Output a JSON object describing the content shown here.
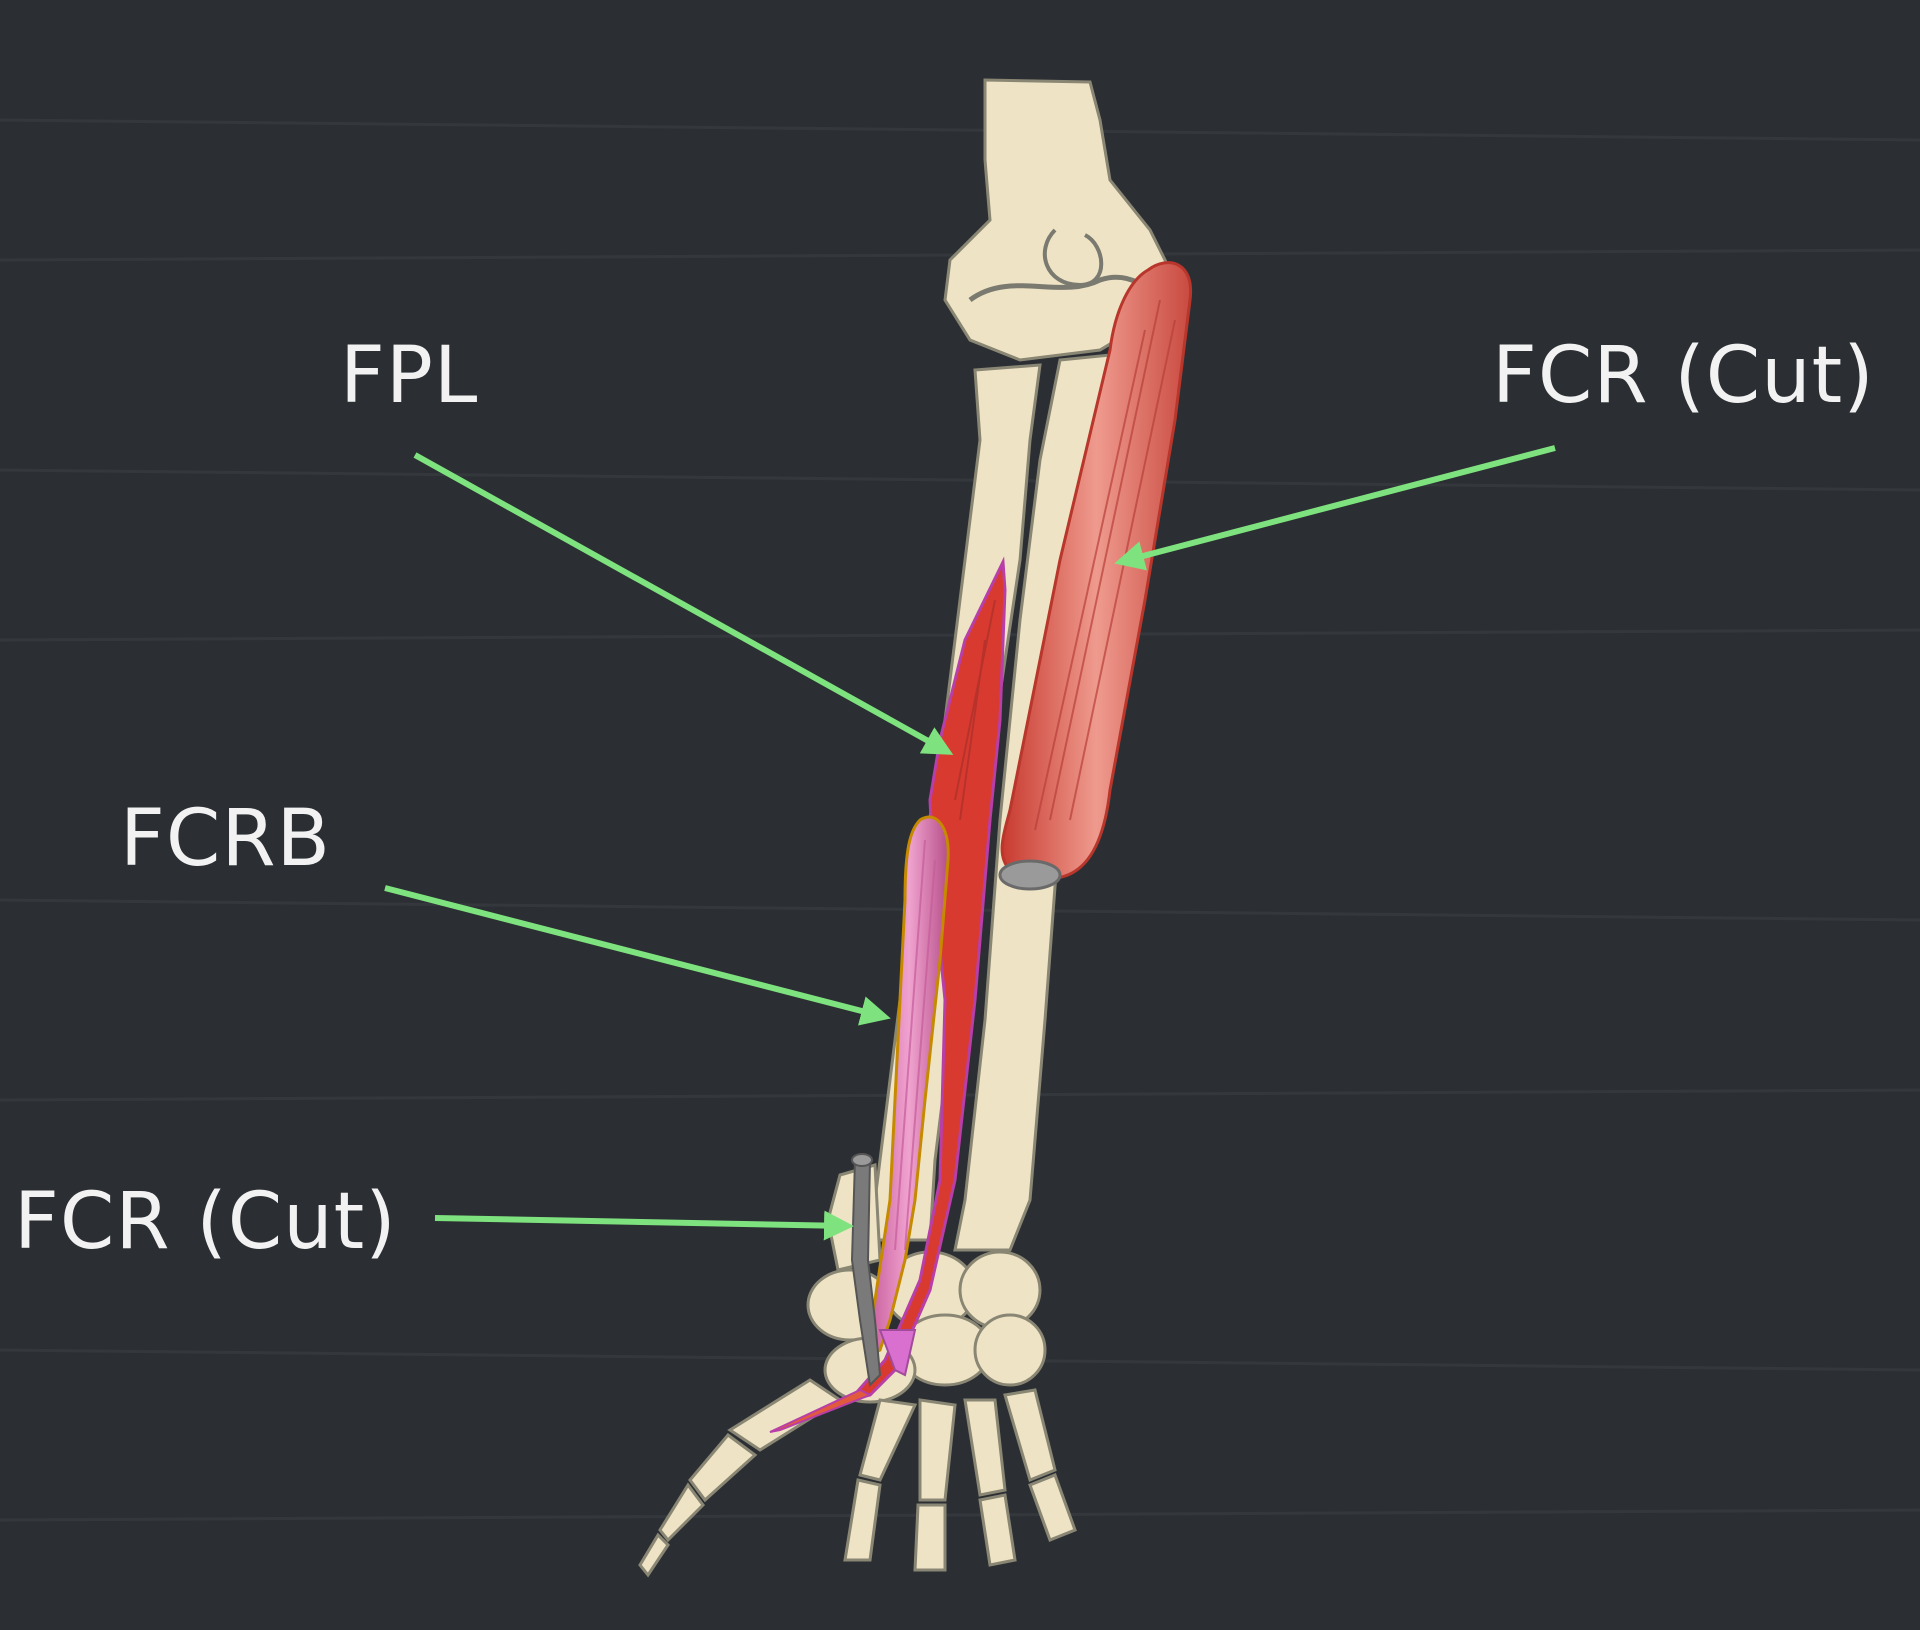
{
  "labels": {
    "fpl": "FPL",
    "fcr_cut_top": "FCR (Cut)",
    "fcrb": "FCRB",
    "fcr_cut_bottom": "FCR (Cut)"
  },
  "colors": {
    "background": "#2b2f33",
    "bone": "#eee3c4",
    "bone_outline": "#8a8674",
    "muscle_red": "#d93a2f",
    "muscle_pink": "#e98b82",
    "muscle_magenta": "#d96fcf",
    "tendon_gray": "#7a7a7a",
    "arrow_green": "#7ee27e",
    "text": "#f2f2f2"
  }
}
